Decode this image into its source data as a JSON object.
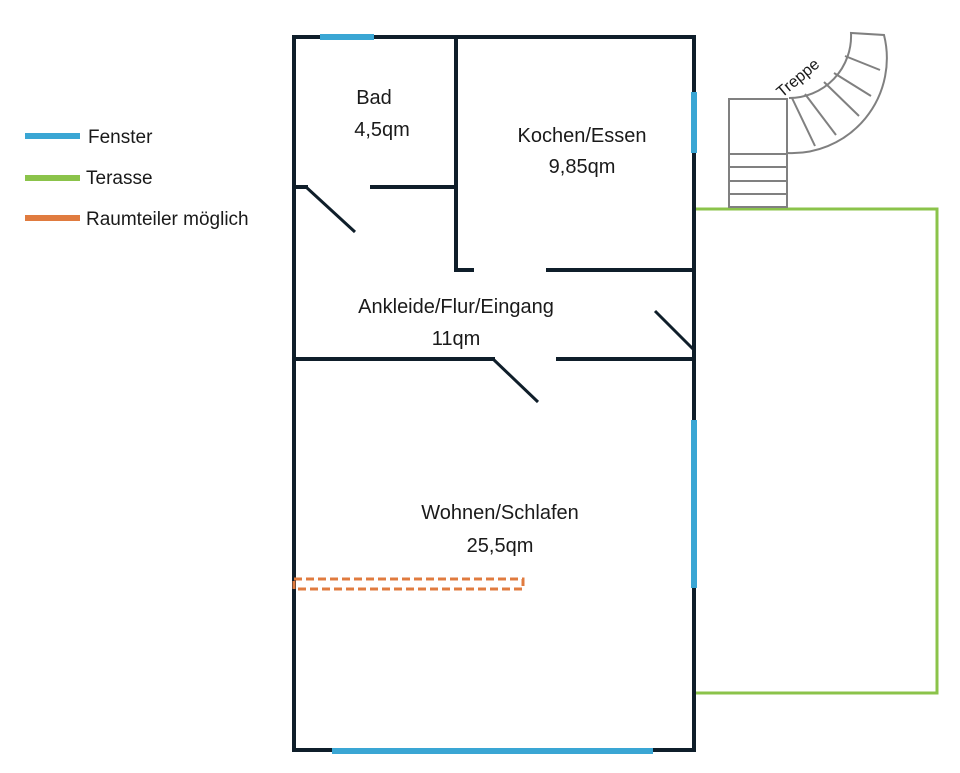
{
  "legend": {
    "items": [
      {
        "label": "Fenster",
        "color": "#3aa6d4"
      },
      {
        "label": "Terasse",
        "color": "#8bc34a"
      },
      {
        "label": "Raumteiler möglich",
        "color": "#e07b3f"
      }
    ]
  },
  "rooms": {
    "bad": {
      "name": "Bad",
      "area": "4,5qm"
    },
    "kochen": {
      "name": "Kochen/Essen",
      "area": "9,85qm"
    },
    "flur": {
      "name": "Ankleide/Flur/Eingang",
      "area": "11qm"
    },
    "wohnen": {
      "name": "Wohnen/Schlafen",
      "area": "25,5qm"
    }
  },
  "stairs": {
    "label": "Treppe"
  },
  "colors": {
    "wall": "#0f1e2a",
    "window": "#3aa6d4",
    "terrace": "#8bc34a",
    "divider": "#e07b3f",
    "stair": "#808080"
  }
}
